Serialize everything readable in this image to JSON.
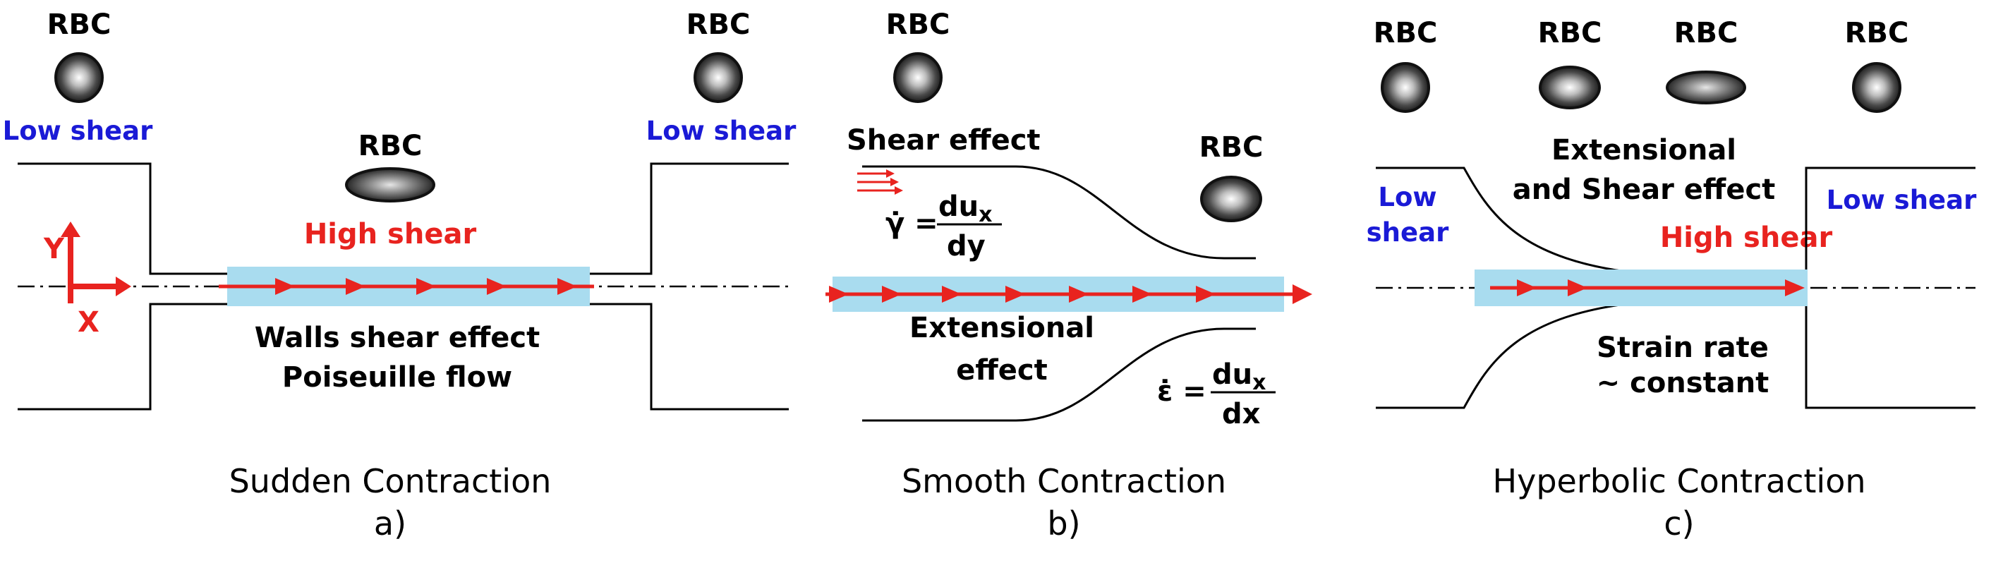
{
  "colors": {
    "low_shear": "#1a1ad6",
    "high_shear": "#e8231f",
    "flow_band": "#a9dcef",
    "walls": "#000000"
  },
  "panel_a": {
    "rbc_label": "RBC",
    "low_shear": "Low shear",
    "high_shear": "High shear",
    "axis_y": "Y",
    "axis_x": "X",
    "walls_line1": "Walls shear effect",
    "walls_line2": "Poiseuille flow",
    "caption_title": "Sudden Contraction",
    "caption_letter": "a)"
  },
  "panel_b": {
    "rbc_label": "RBC",
    "shear_effect": "Shear effect",
    "gamma_lhs": "γ̇ =",
    "gamma_num": "du",
    "gamma_sub": "x",
    "gamma_den": "dy",
    "extensional_line1": "Extensional",
    "extensional_line2": "effect",
    "eps_lhs": "ε̇ =",
    "eps_num": "du",
    "eps_sub": "x",
    "eps_den": "dx",
    "caption_title": "Smooth Contraction",
    "caption_letter": "b)"
  },
  "panel_c": {
    "rbc_label": "RBC",
    "ext_shear_line1": "Extensional",
    "ext_shear_line2": "and Shear effect",
    "low_shear_left_line1": "Low",
    "low_shear_left_line2": "shear",
    "low_shear_right": "Low shear",
    "high_shear": "High shear",
    "strain_line1": "Strain rate",
    "strain_line2": "~ constant",
    "caption_title": "Hyperbolic Contraction",
    "caption_letter": "c)"
  }
}
